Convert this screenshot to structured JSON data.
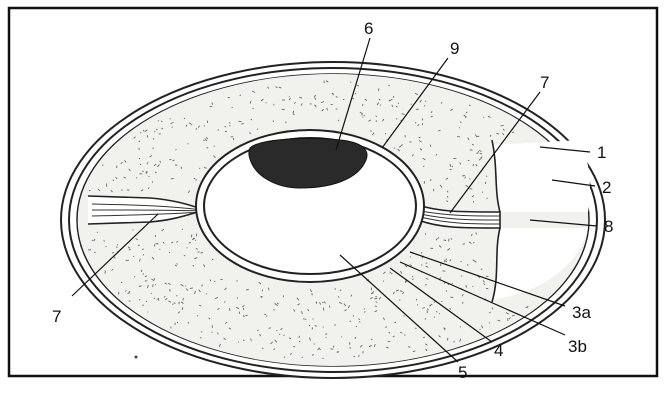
{
  "colors": {
    "background": "#ffffff",
    "frame": "#111111",
    "stroke": "#222222",
    "tissue_fill": "#f1f1ee",
    "speckle": "#6a6a6a",
    "dark_mass": "#2a2a2a"
  },
  "labels": {
    "l1": "1",
    "l2": "2",
    "l3a": "3a",
    "l3b": "3b",
    "l4": "4",
    "l5": "5",
    "l6": "6",
    "l7_left": "7",
    "l7_right": "7",
    "l8": "8",
    "l9": "9"
  }
}
